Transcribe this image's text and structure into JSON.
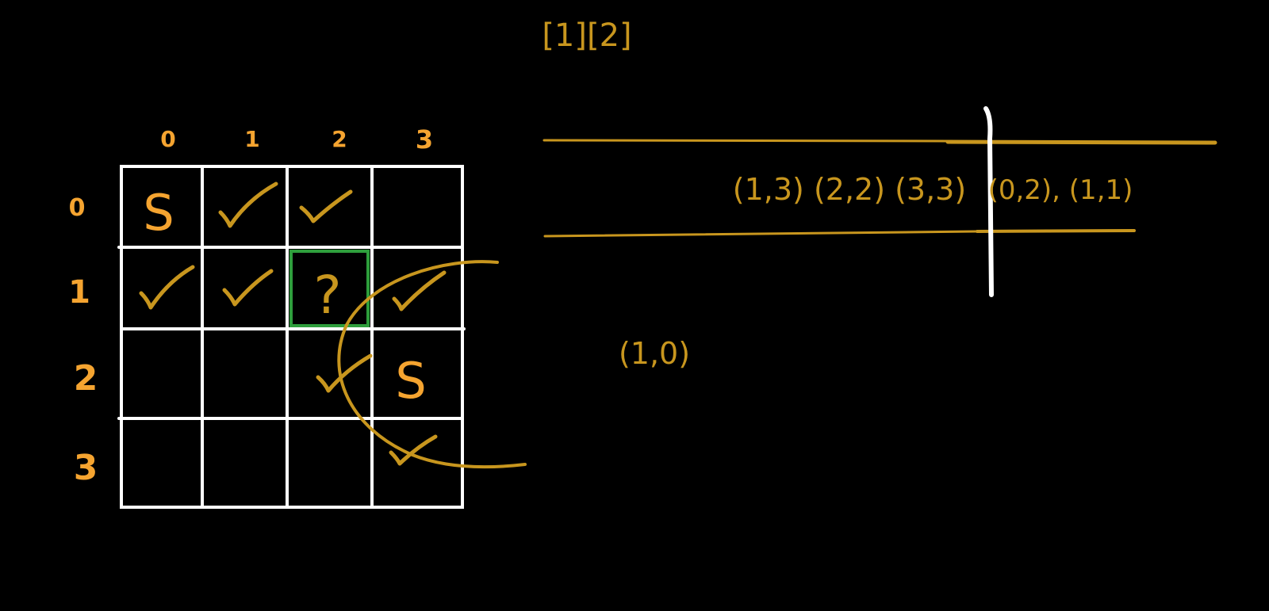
{
  "colors": {
    "background": "#000000",
    "chalk_white": "#ffffff",
    "gold": "#c8961e",
    "orange": "#f5a430",
    "green": "#2e9e3c"
  },
  "heading": "[1][2]",
  "grid": {
    "col_labels": [
      "0",
      "1",
      "2",
      "3"
    ],
    "row_labels": [
      "0",
      "1",
      "2",
      "3"
    ],
    "cells": [
      [
        "S",
        "✓",
        "✓",
        ""
      ],
      [
        "✓",
        "✓",
        "?",
        "✓"
      ],
      [
        "",
        "",
        "✓",
        "S"
      ],
      [
        "",
        "",
        "",
        "✓"
      ]
    ],
    "highlighted_cell": {
      "row": 1,
      "col": 2
    }
  },
  "queue": {
    "left_items": "(1,3) (2,2) (3,3)",
    "right_items": "(0,2), (1,1)"
  },
  "current": "(1,0)"
}
